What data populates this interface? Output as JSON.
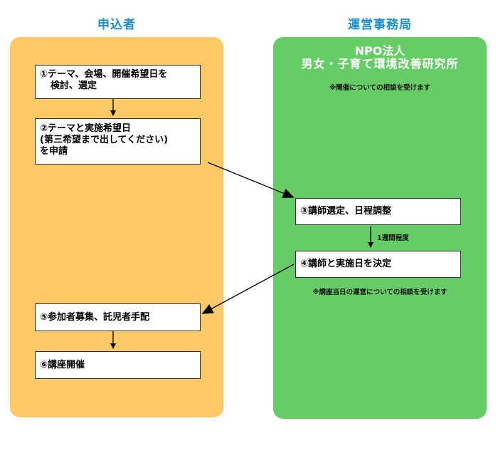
{
  "lanes": {
    "left_title": "申込者",
    "right_title": "運営事務局"
  },
  "organization": {
    "line1": "NPO法人",
    "line2": "男女・子育て環境改善研究所"
  },
  "notes": {
    "consult": "※開催についての相談を受けます",
    "week": "1週間程度",
    "operation": "※講座当日の運営についての相談を受けます"
  },
  "steps": {
    "s1_line1": "①テーマ、会場、開催希望日を",
    "s1_line2": "検討、選定",
    "s2_line1": "②テーマと実施希望日",
    "s2_line2": "(第三希望まで出してください)",
    "s2_line3": "を申請",
    "s3": "③講師選定、日程調整",
    "s4": "④講師と実施日を決定",
    "s5": "⑤参加者募集、託児者手配",
    "s6": "⑥講座開催"
  },
  "colors": {
    "applicant_lane": "#ffc965",
    "office_lane": "#66cc66",
    "header_text": "#1a8fd0"
  }
}
